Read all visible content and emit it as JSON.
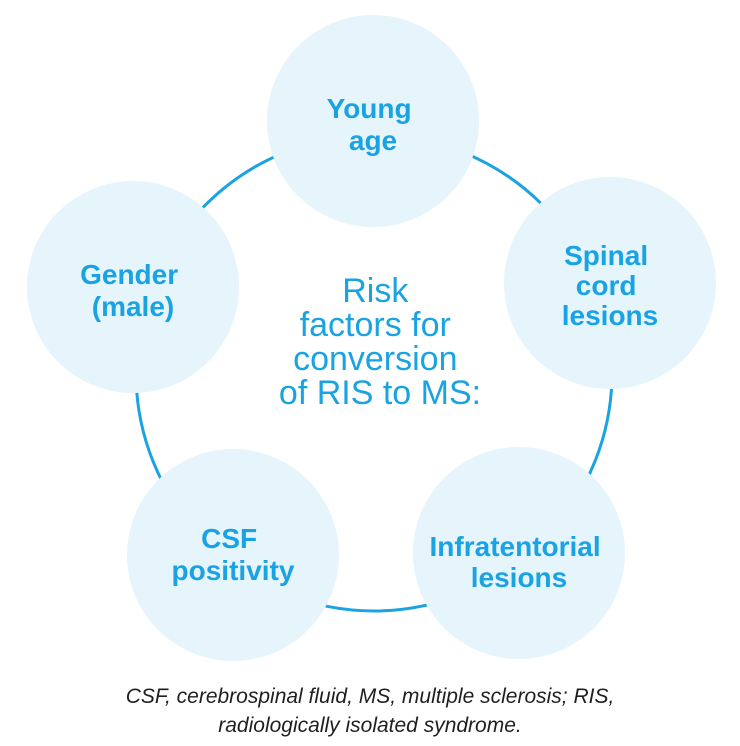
{
  "center": {
    "lines": [
      "Risk",
      "factors for",
      "conversion",
      "of RIS to MS:"
    ]
  },
  "nodes": [
    {
      "id": "young-age",
      "lines": [
        "Young",
        "age"
      ]
    },
    {
      "id": "spinal-cord-lesions",
      "lines": [
        "Spinal",
        "cord",
        "lesions"
      ]
    },
    {
      "id": "infratentorial-lesions",
      "lines": [
        "Infratentorial",
        "lesions"
      ]
    },
    {
      "id": "csf-positivity",
      "lines": [
        "CSF",
        "positivity"
      ]
    },
    {
      "id": "gender-male",
      "lines": [
        "Gender",
        "(male)"
      ]
    }
  ],
  "footnote": {
    "line1": "CSF, cerebrospinal fluid, MS, multiple sclerosis; RIS,",
    "line2": "radiologically isolated syndrome."
  },
  "colors": {
    "accent": "#1aa3e2",
    "node_fill": "#e6f4fc",
    "footnote_text": "#1f1f1f"
  }
}
